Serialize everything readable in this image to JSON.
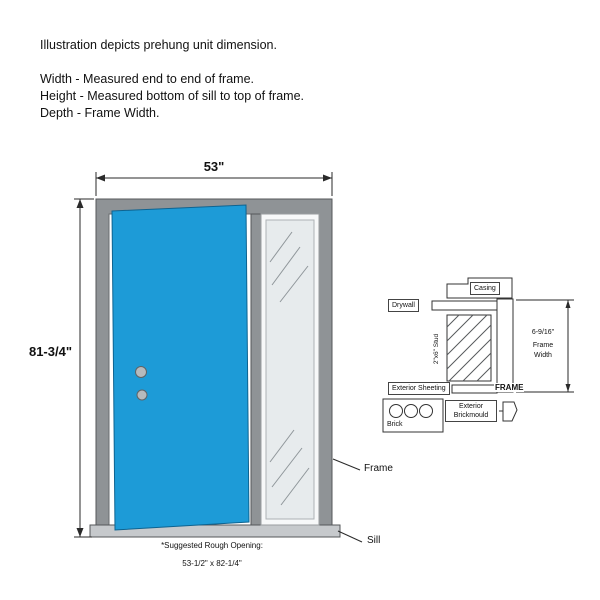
{
  "notes": {
    "title": "Illustration depicts prehung unit dimension.",
    "width_note": "Width - Measured end to end of frame.",
    "height_note": "Height - Measured bottom of sill to top of frame.",
    "depth_note": "Depth - Frame Width."
  },
  "door_diagram": {
    "width_dimension": "53\"",
    "height_dimension": "81-3/4\"",
    "frame_label": "Frame",
    "sill_label": "Sill",
    "rough_opening_title": "*Suggested Rough Opening:",
    "rough_opening_size": "53-1/2\" x 82-1/4\""
  },
  "cross_section": {
    "casing": "Casing",
    "drywall": "Drywall",
    "stud": "2\"x6\" Stud",
    "exterior_sheeting": "Exterior Sheeting",
    "frame": "FRAME",
    "brick": "Brick",
    "exterior_brickmould": "Exterior Brickmould",
    "frame_width_dimension": "6-9/16\"",
    "frame_width_caption_line1": "Frame",
    "frame_width_caption_line2": "Width"
  },
  "colors": {
    "door_blue": "#1d9bd7",
    "frame_gray": "#8f9396",
    "sill_gray": "#c6c9cc",
    "glass_gray": "#e7ebed"
  }
}
